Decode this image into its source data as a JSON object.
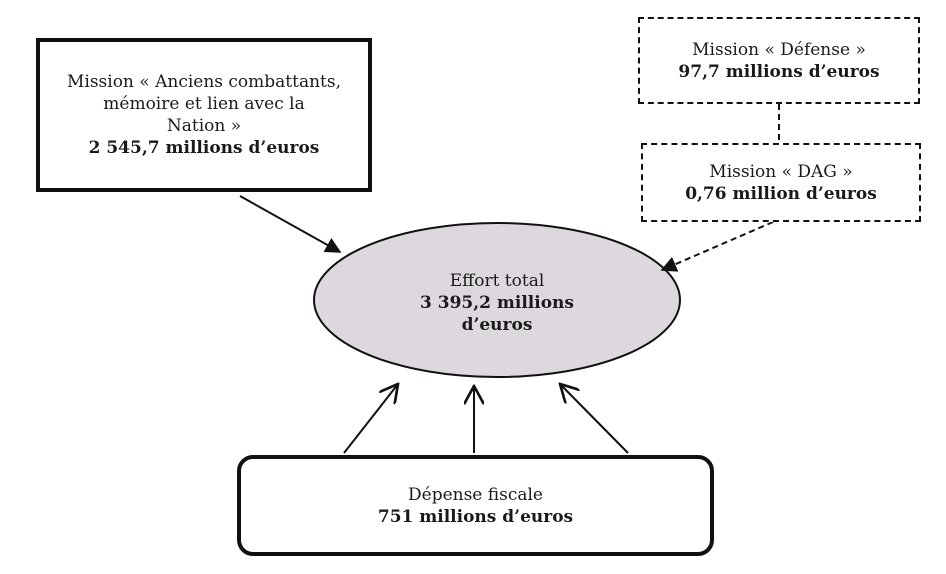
{
  "diagram": {
    "mission_acvg": {
      "lines": [
        "Mission « Anciens combattants,",
        "mémoire et lien avec la",
        "Nation »"
      ],
      "amount": "2 545,7 millions d’euros"
    },
    "mission_defense": {
      "title": "Mission « Défense »",
      "amount": "97,7 millions d’euros"
    },
    "mission_dag": {
      "title": "Mission « DAG »",
      "amount": "0,76 million d’euros"
    },
    "effort_total": {
      "title": "Effort total",
      "amount_line1": "3 395,2 millions",
      "amount_line2": "d’euros"
    },
    "depense_fiscale": {
      "title": "Dépense fiscale",
      "amount": "751 millions d’euros"
    },
    "colors": {
      "ellipse_fill": "#ddd8de",
      "stroke": "#111111"
    }
  }
}
